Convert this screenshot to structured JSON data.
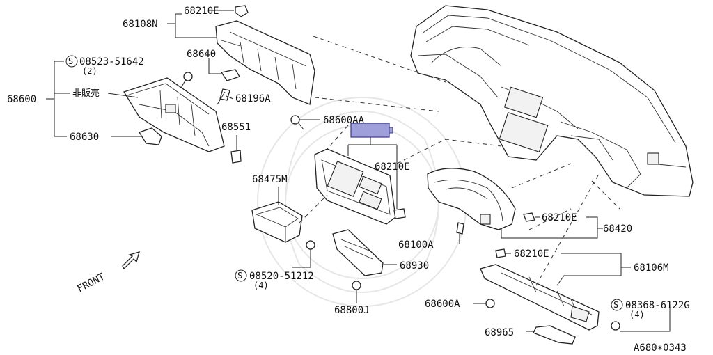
{
  "labels": {
    "p68210E_top": "68210E",
    "p68108N": "68108N",
    "p68640": "68640",
    "p08523": "08523-51642",
    "p08523_qty": "(2)",
    "p68600": "68600",
    "not_for_sale": "非販売",
    "p68196A": "68196A",
    "p68630": "68630",
    "p68551": "68551",
    "p68600AA": "68600AA",
    "p68210E_mid": "68210E",
    "p68475M": "68475M",
    "p68210E_right": "68210E",
    "p68420": "68420",
    "p68100A": "68100A",
    "p68210E_low": "68210E",
    "p68106M": "68106M",
    "p68930": "68930",
    "p08520": "08520-51212",
    "p08520_qty": "(4)",
    "p68600A": "68600A",
    "p08368": "08368-6122G",
    "p08368_qty": "(4)",
    "p68800J": "68800J",
    "p68965": "68965",
    "front": "FRONT",
    "code": "A680∗0343"
  },
  "screw_symbol": "S",
  "colors": {
    "highlight_fill": "#9f9fdc",
    "highlight_stroke": "#3a3a8a",
    "line": "#222222"
  }
}
